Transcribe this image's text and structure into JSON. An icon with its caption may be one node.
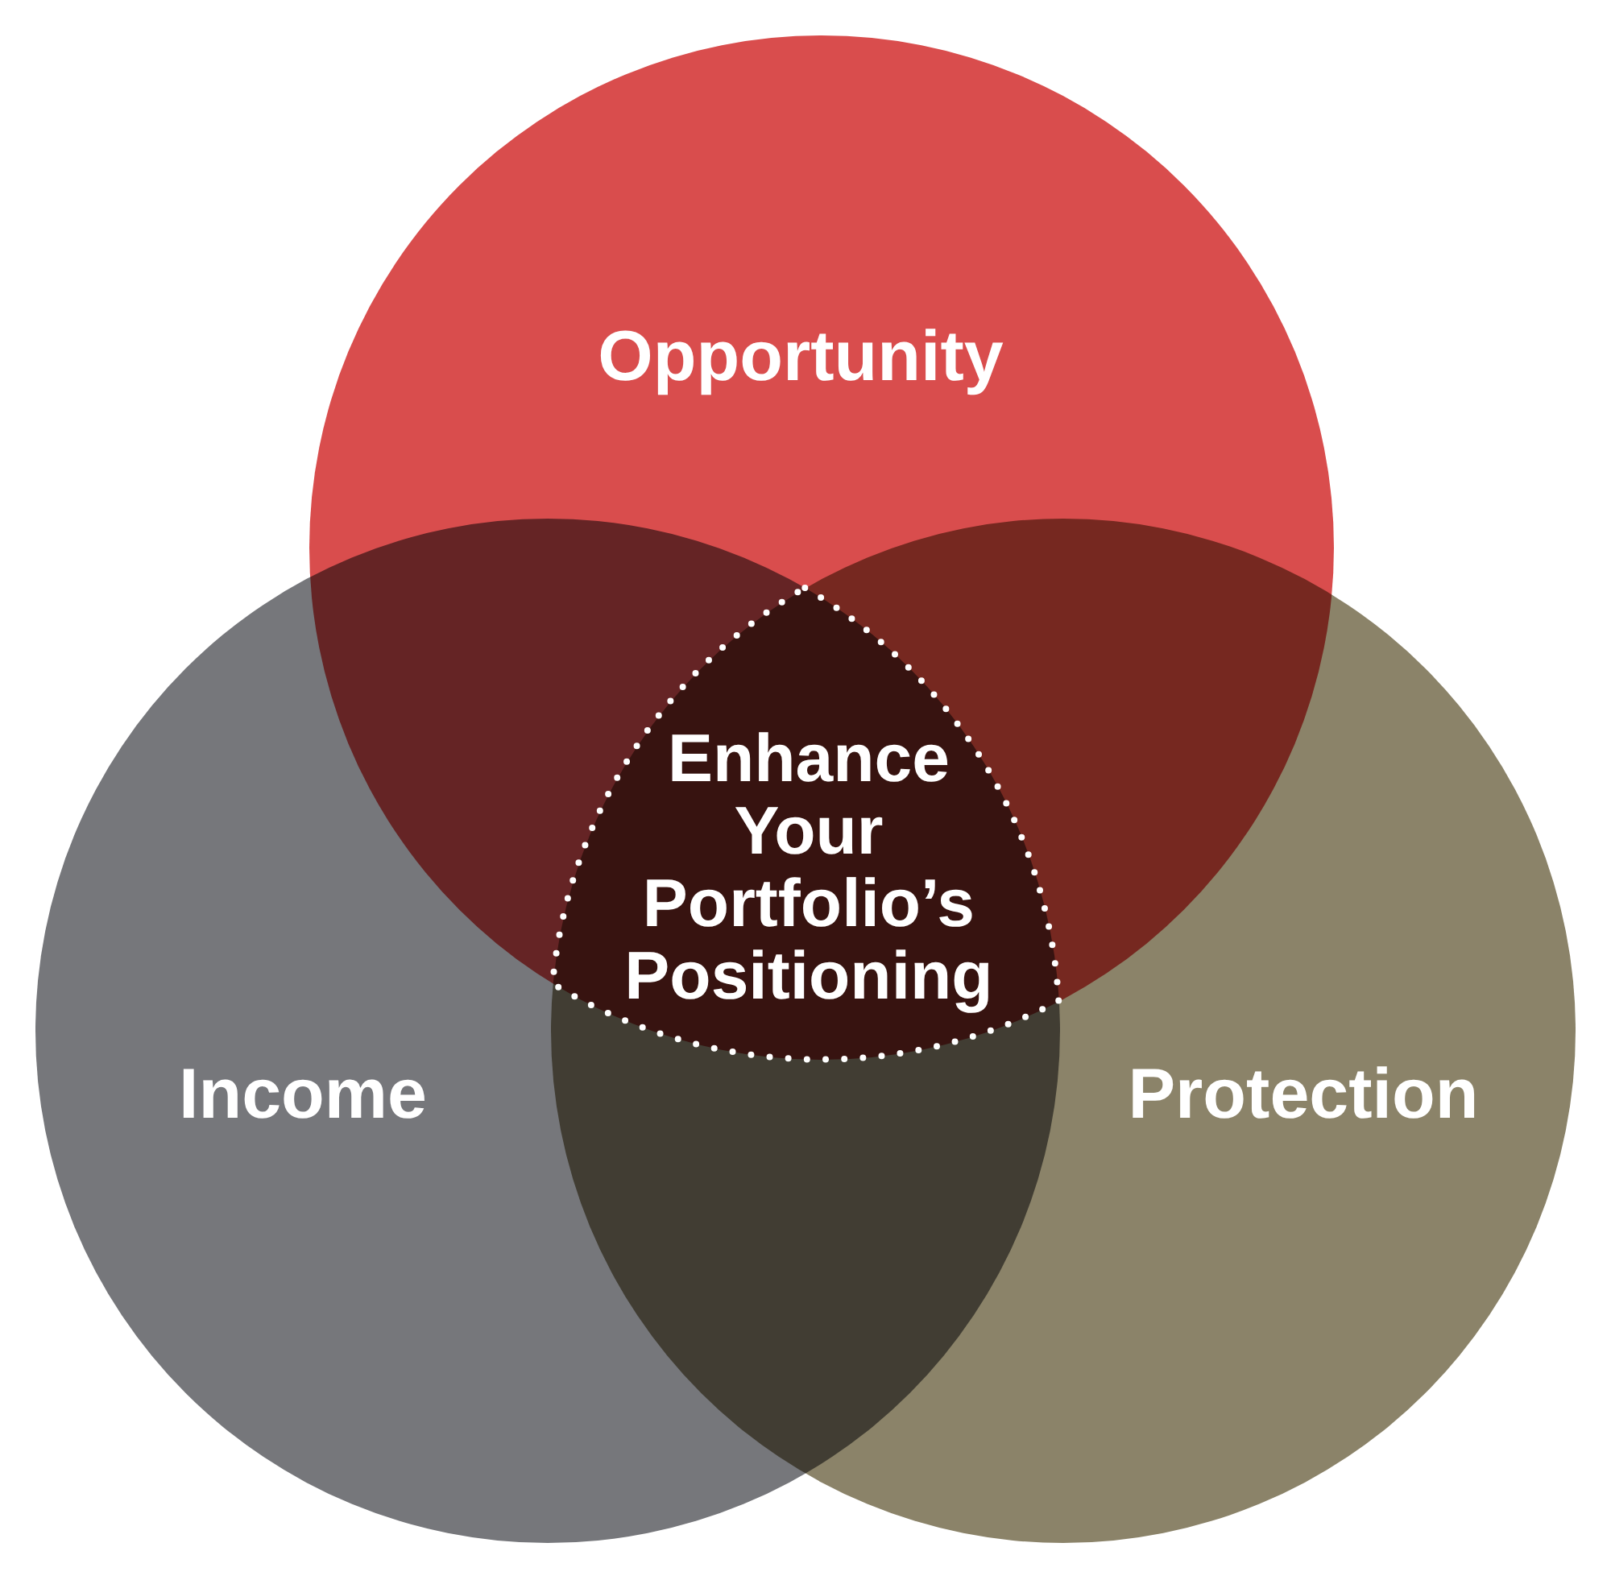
{
  "diagram": {
    "nodes": [
      {
        "text": [
          "Opportunity"
        ]
      },
      {
        "text": [
          "Enhance Your Portfolio’s Positioning"
        ]
      },
      {
        "text": [
          "Income"
        ]
      },
      {
        "text": [
          "Protection"
        ]
      }
    ]
  }
}
